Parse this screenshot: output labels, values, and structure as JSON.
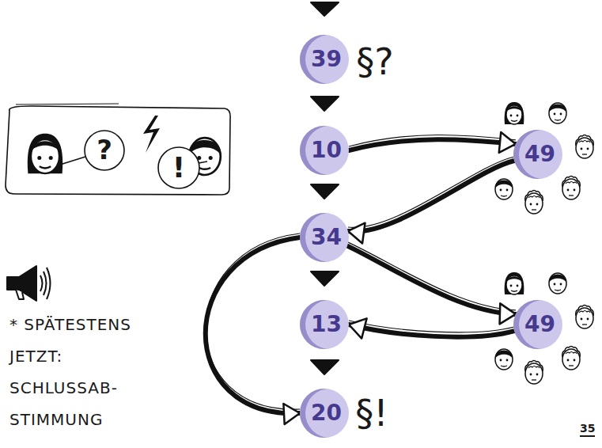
{
  "diagram": {
    "nodes": [
      {
        "text": [
          "39"
        ]
      },
      {
        "text": [
          "10"
        ]
      },
      {
        "text": [
          "49"
        ]
      },
      {
        "text": [
          "34"
        ]
      },
      {
        "text": [
          "49"
        ]
      },
      {
        "text": [
          "13"
        ]
      },
      {
        "text": [
          "20"
        ]
      }
    ],
    "edges": [
      {
        "from": 1,
        "to": 2,
        "arrow": "to"
      },
      {
        "from": 2,
        "to": 3,
        "arrow": "to"
      },
      {
        "from": 3,
        "to": 4,
        "arrow": "to"
      },
      {
        "from": 4,
        "to": 5,
        "arrow": "to"
      },
      {
        "from": 3,
        "to": 6,
        "arrow": "to"
      }
    ],
    "labels": [
      "§?",
      "?",
      "!",
      "* SPÄTESTENS JETZT: SCHLUSSAB- STIMMUNG",
      "§!",
      "35"
    ]
  }
}
